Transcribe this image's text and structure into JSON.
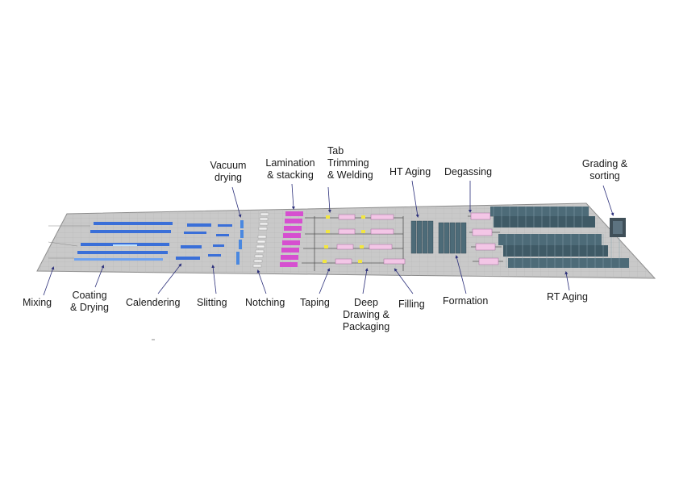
{
  "labels": {
    "vacuum_drying": [
      "Vacuum",
      "drying"
    ],
    "lamination": [
      "Lamination",
      "& stacking"
    ],
    "tab_trimming": [
      "Tab",
      "Trimming",
      "& Welding"
    ],
    "ht_aging": "HT Aging",
    "degassing": "Degassing",
    "grading": [
      "Grading &",
      "sorting"
    ],
    "mixing": "Mixing",
    "coating": [
      "Coating",
      "& Drying"
    ],
    "calendering": "Calendering",
    "slitting": "Slitting",
    "notching": "Notching",
    "taping": "Taping",
    "deep_drawing": [
      "Deep",
      "Drawing &",
      "Packaging"
    ],
    "filling": "Filling",
    "formation": "Formation",
    "rt_aging": "RT Aging"
  },
  "colors": {
    "floor": "#c9c9c9",
    "floor_edge": "#8c8c8c",
    "coater": "#3a6fd8",
    "lamination": "#d64fd0",
    "taping": "#f2e640",
    "filling": "#f3c6e6",
    "aging_rack": "#4d6b78",
    "arrow": "#2b2f7a"
  }
}
